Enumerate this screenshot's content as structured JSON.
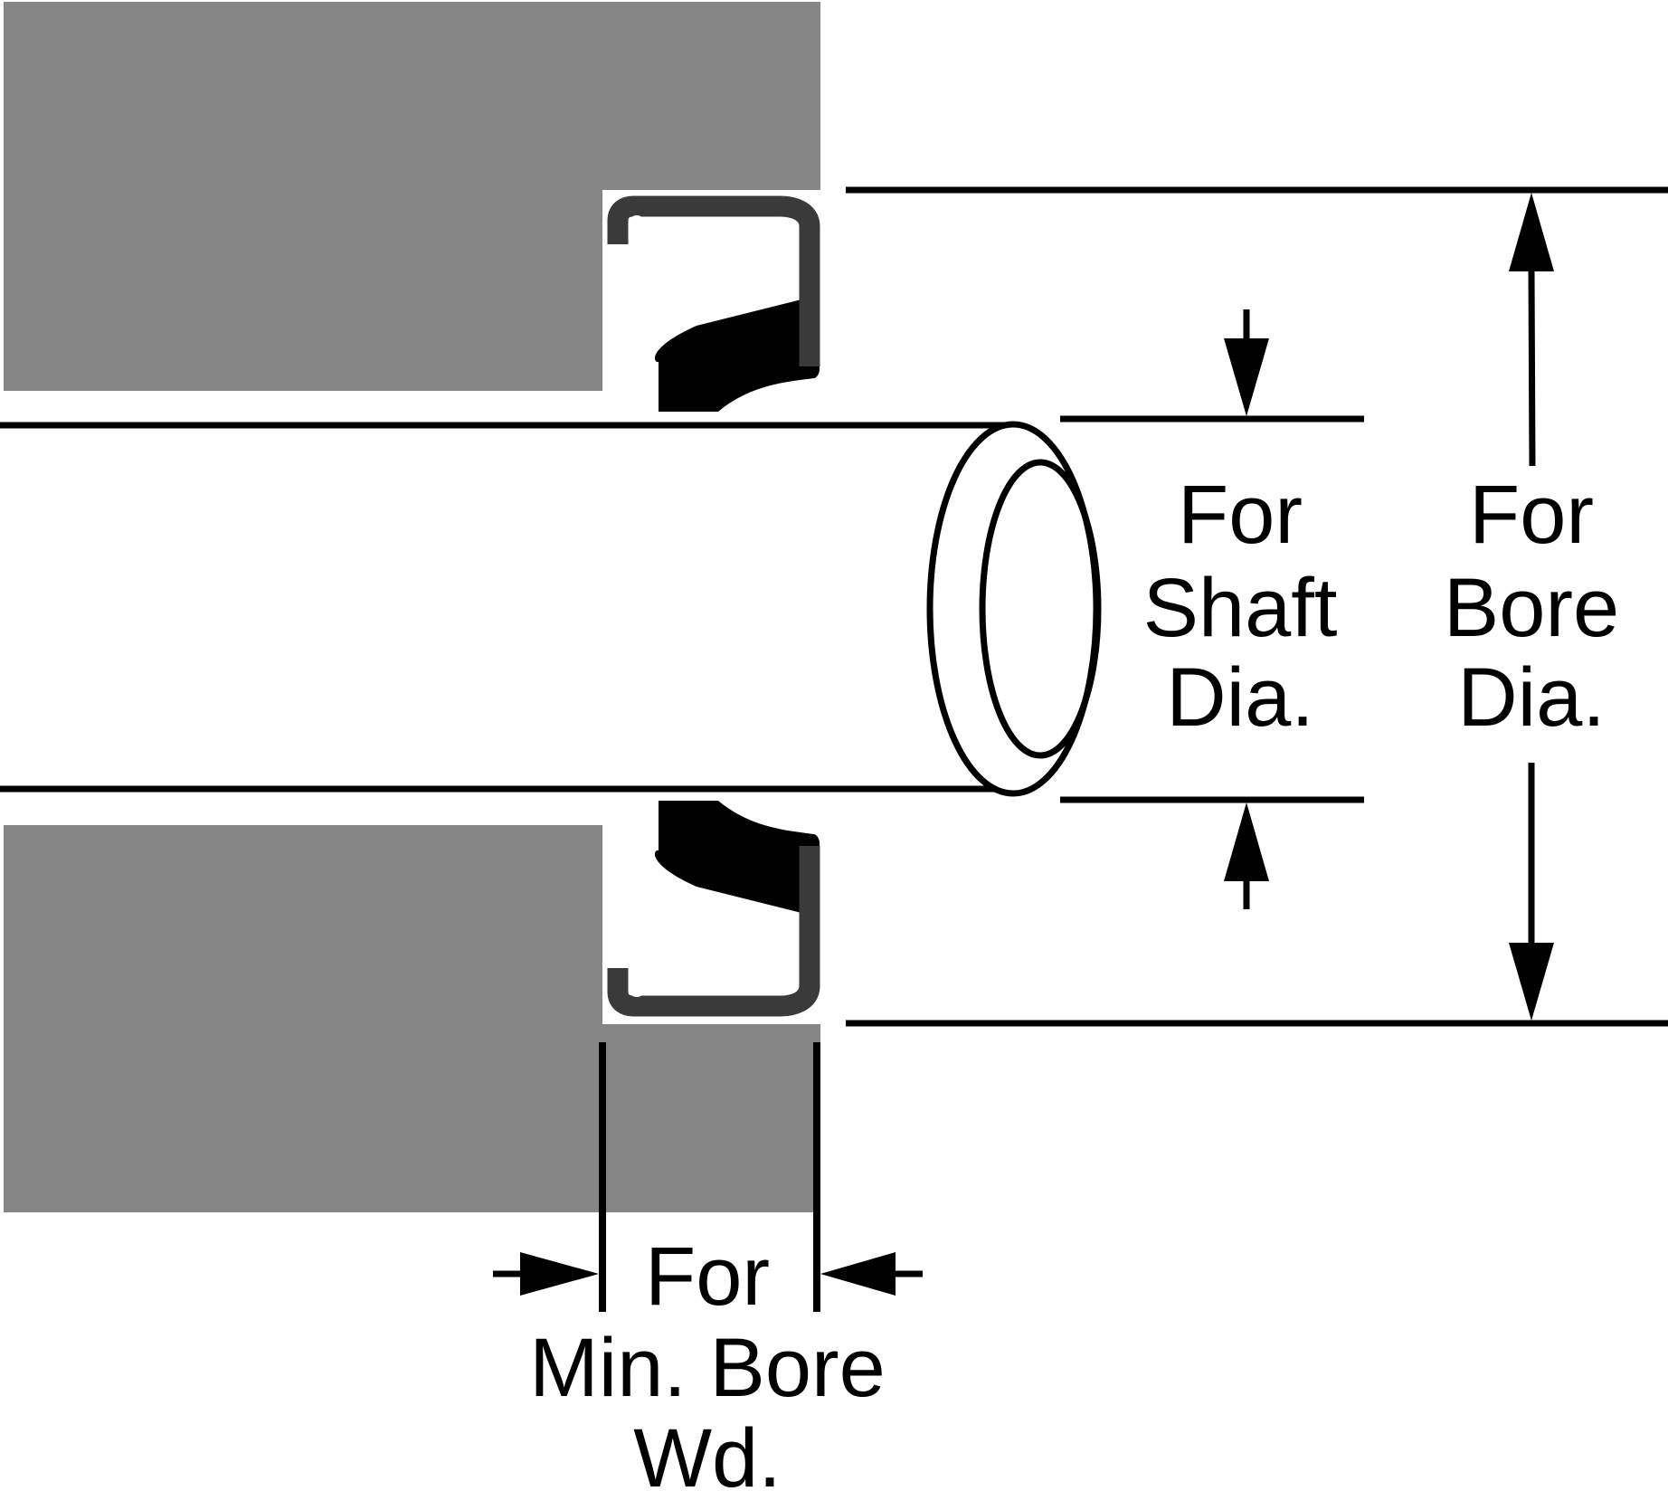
{
  "colors": {
    "housing": "#868686",
    "seal_case": "#3a3a3a",
    "seal_lip": "#000000",
    "line": "#000000",
    "background": "#ffffff"
  },
  "labels": {
    "shaft": {
      "line1": "For",
      "line2": "Shaft",
      "line3": "Dia."
    },
    "bore": {
      "line1": "For",
      "line2": "Bore",
      "line3": "Dia."
    },
    "width": {
      "line1": "For",
      "line2": "Min. Bore",
      "line3": "Wd."
    }
  }
}
